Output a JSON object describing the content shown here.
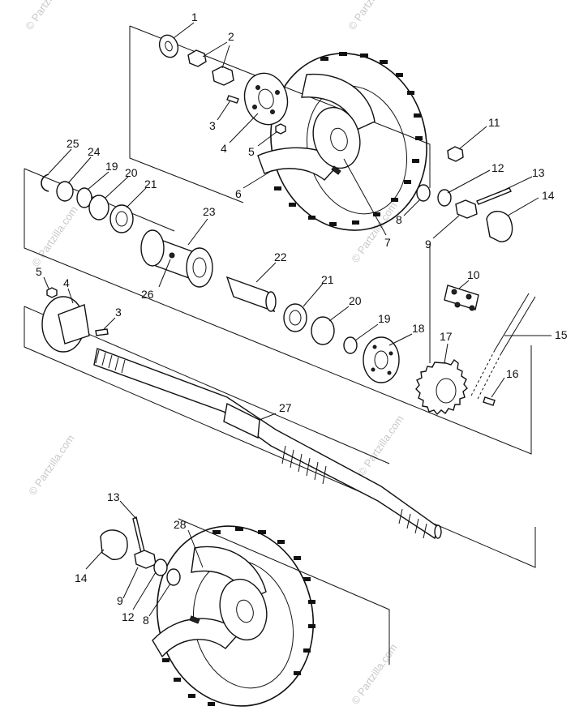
{
  "diagram": {
    "watermark_text": "© Partzilla.com",
    "part_labels": [
      "1",
      "2",
      "3",
      "4",
      "5",
      "6",
      "7",
      "8",
      "9",
      "10",
      "11",
      "12",
      "13",
      "14",
      "15",
      "16",
      "17",
      "18",
      "19",
      "20",
      "21",
      "22",
      "23",
      "24",
      "25",
      "26",
      "27",
      "28"
    ],
    "callouts": [
      {
        "id": "c1",
        "text": "1"
      },
      {
        "id": "c2",
        "text": "2"
      },
      {
        "id": "c3a",
        "text": "3"
      },
      {
        "id": "c4a",
        "text": "4"
      },
      {
        "id": "c5a",
        "text": "5"
      },
      {
        "id": "c6",
        "text": "6"
      },
      {
        "id": "c7",
        "text": "7"
      },
      {
        "id": "c8a",
        "text": "8"
      },
      {
        "id": "c9a",
        "text": "9"
      },
      {
        "id": "c10",
        "text": "10"
      },
      {
        "id": "c11",
        "text": "11"
      },
      {
        "id": "c12a",
        "text": "12"
      },
      {
        "id": "c13a",
        "text": "13"
      },
      {
        "id": "c14a",
        "text": "14"
      },
      {
        "id": "c15",
        "text": "15"
      },
      {
        "id": "c16",
        "text": "16"
      },
      {
        "id": "c17",
        "text": "17"
      },
      {
        "id": "c18",
        "text": "18"
      },
      {
        "id": "c19a",
        "text": "19"
      },
      {
        "id": "c19b",
        "text": "19"
      },
      {
        "id": "c20a",
        "text": "20"
      },
      {
        "id": "c20b",
        "text": "20"
      },
      {
        "id": "c21a",
        "text": "21"
      },
      {
        "id": "c21b",
        "text": "21"
      },
      {
        "id": "c22",
        "text": "22"
      },
      {
        "id": "c23",
        "text": "23"
      },
      {
        "id": "c24",
        "text": "24"
      },
      {
        "id": "c25",
        "text": "25"
      },
      {
        "id": "c26",
        "text": "26"
      },
      {
        "id": "c27",
        "text": "27"
      },
      {
        "id": "c28",
        "text": "28"
      },
      {
        "id": "c3b",
        "text": "3"
      },
      {
        "id": "c4b",
        "text": "4"
      },
      {
        "id": "c5b",
        "text": "5"
      },
      {
        "id": "c13b",
        "text": "13"
      },
      {
        "id": "c14b",
        "text": "14"
      },
      {
        "id": "c9b",
        "text": "9"
      },
      {
        "id": "c12b",
        "text": "12"
      },
      {
        "id": "c8b",
        "text": "8"
      }
    ]
  }
}
